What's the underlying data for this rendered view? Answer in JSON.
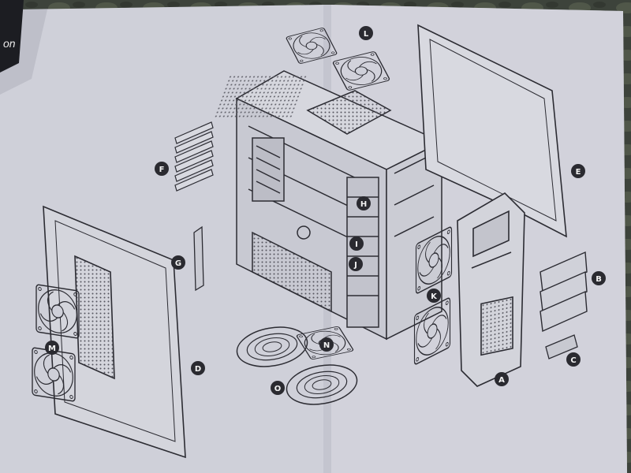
{
  "photo": {
    "subject": "",
    "colors": {
      "paper": "#cfd0d9",
      "paper_shadow": "#b7b8c2",
      "ink": "#2c2c33",
      "badge": "#2a2a30",
      "badge_text": "#f2f2f2",
      "table": "#4a5148"
    }
  },
  "cover_text": "on",
  "part_labels": [
    {
      "id": "A",
      "label": "A"
    },
    {
      "id": "B",
      "label": "B"
    },
    {
      "id": "C",
      "label": "C"
    },
    {
      "id": "D",
      "label": "D"
    },
    {
      "id": "E",
      "label": "E"
    },
    {
      "id": "F",
      "label": "F"
    },
    {
      "id": "G",
      "label": "G"
    },
    {
      "id": "H",
      "label": "H"
    },
    {
      "id": "I",
      "label": "I"
    },
    {
      "id": "J",
      "label": "J"
    },
    {
      "id": "K",
      "label": "K"
    },
    {
      "id": "L",
      "label": "L"
    },
    {
      "id": "M",
      "label": "M"
    },
    {
      "id": "N",
      "label": "N"
    },
    {
      "id": "O",
      "label": "O"
    }
  ]
}
